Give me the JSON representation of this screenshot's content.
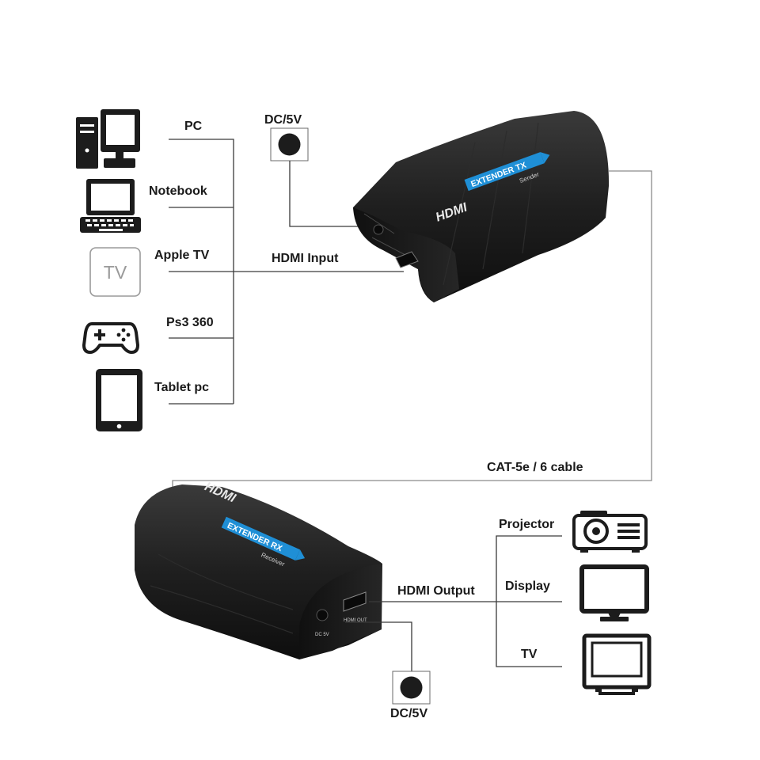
{
  "sources": {
    "pc": "PC",
    "notebook": "Notebook",
    "apple_tv": "Apple TV",
    "apple_tv_icon_text": "TV",
    "ps3": "Ps3 360",
    "tablet": "Tablet pc"
  },
  "sender": {
    "dc_label": "DC/5V",
    "hdmi_input_label": "HDMI Input",
    "brand_text": "HDMI",
    "stripe_text": "EXTENDER TX",
    "sub_text": "Sender"
  },
  "cable_label": "CAT-5e / 6 cable",
  "receiver": {
    "brand_text": "HDMI",
    "stripe_text": "EXTENDER RX",
    "sub_text": "Receiver",
    "hdmi_output_label": "HDMI Output",
    "dc_label": "DC/5V",
    "port_dc_text": "DC 5V",
    "port_hdmi_text": "HDMI OUT"
  },
  "outputs": {
    "projector": "Projector",
    "display": "Display",
    "tv": "TV"
  },
  "colors": {
    "device_body": "#1e1e1e",
    "stripe": "#1f8fd6",
    "line": "#3a3a3a",
    "cable": "#8a8a8a"
  }
}
